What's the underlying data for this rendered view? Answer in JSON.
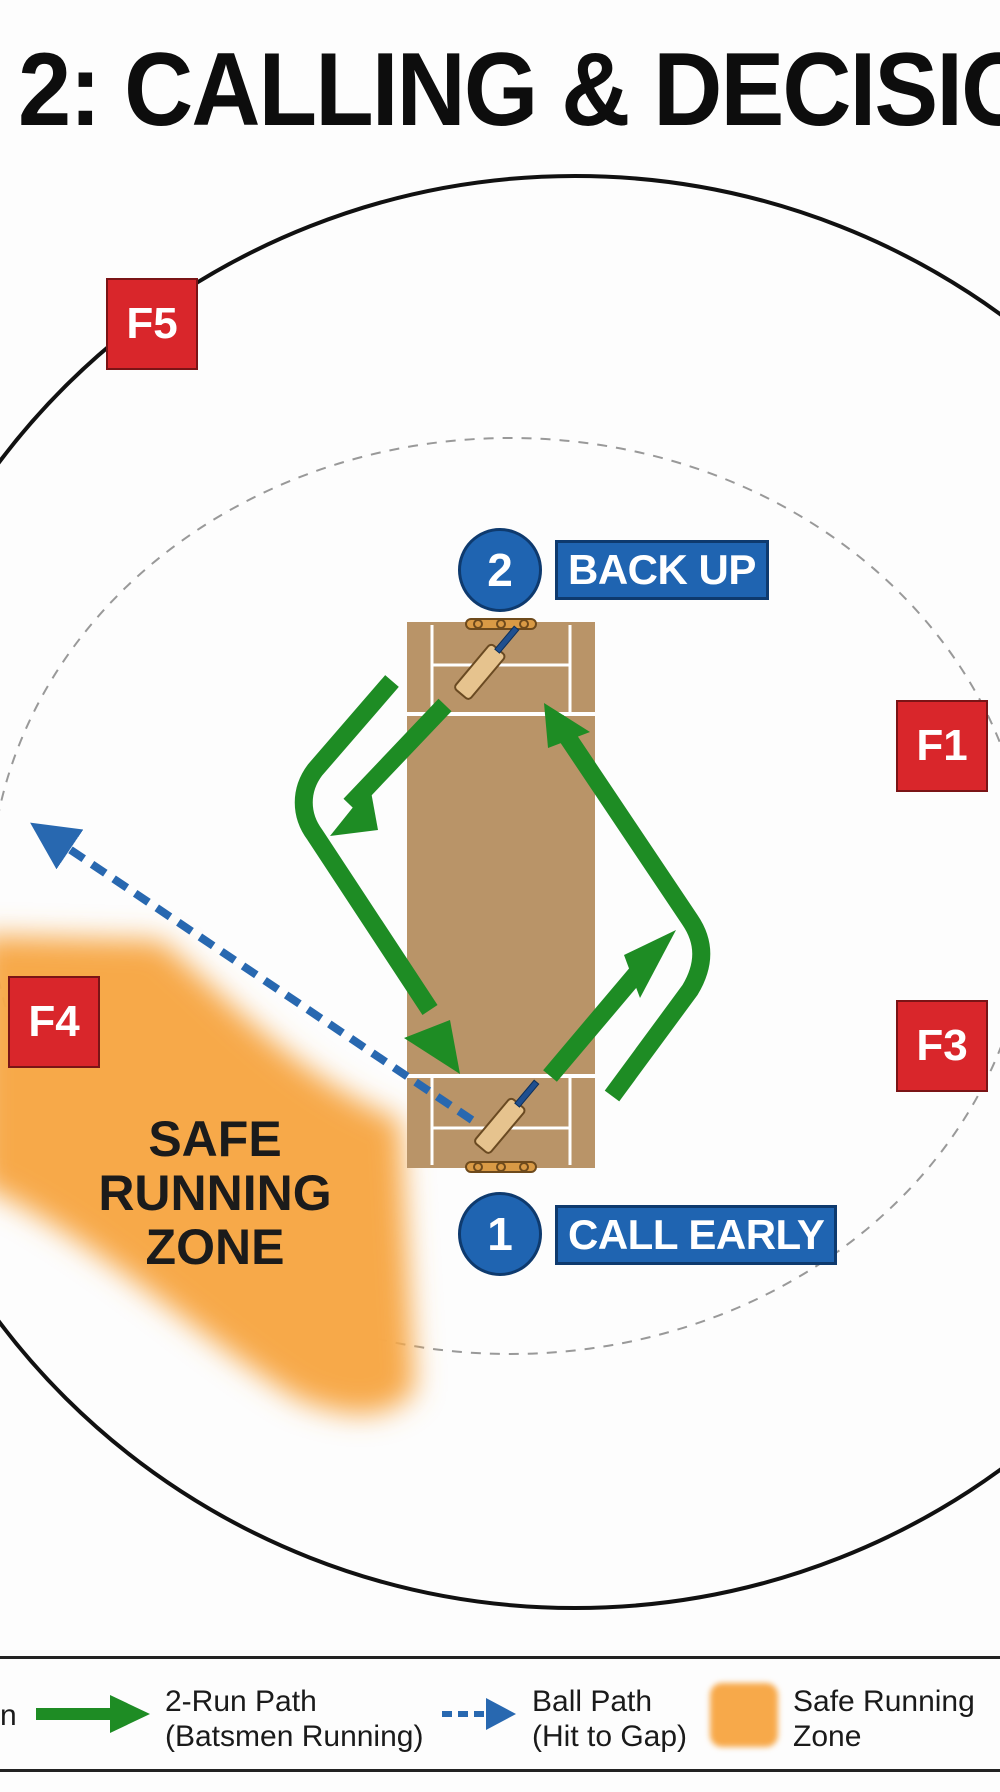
{
  "title": "2: CALLING & DECISIO",
  "fielders": [
    {
      "id": "F5",
      "label": "F5"
    },
    {
      "id": "F1",
      "label": "F1"
    },
    {
      "id": "F4",
      "label": "F4"
    },
    {
      "id": "F3",
      "label": "F3"
    }
  ],
  "markers": [
    {
      "number": "2",
      "tag": "BACK UP"
    },
    {
      "number": "1",
      "tag": "CALL EARLY"
    }
  ],
  "zone_label": [
    "SAFE",
    "RUNNING",
    "ZONE"
  ],
  "legend": {
    "cut_left": "n",
    "items": [
      {
        "line1": "2-Run Path",
        "line2": "(Batsmen Running)"
      },
      {
        "line1": "Ball Path",
        "line2": "(Hit to Gap)"
      },
      {
        "line1": "Safe Running",
        "line2": "Zone"
      }
    ]
  },
  "colors": {
    "run_path": "#1e8c24",
    "ball_path": "#2868b0",
    "safe_zone": "#f7a94a",
    "pitch": "#b99468",
    "fielder": "#d9262b",
    "marker": "#1f64b1"
  }
}
